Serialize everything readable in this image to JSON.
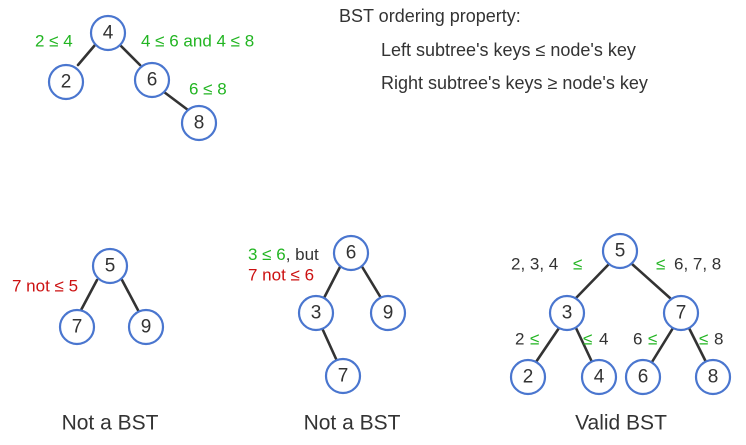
{
  "property": {
    "title": "BST ordering property:",
    "left_rule": "Left subtree's keys ≤ node's key",
    "right_rule": "Right subtree's keys ≥ node's key"
  },
  "colors": {
    "node_stroke": "#4a76cf",
    "edge": "#333333",
    "ok": "#22b522",
    "violation": "#cc1111",
    "text": "#333333"
  },
  "example_tree": {
    "nodes": [
      "4",
      "2",
      "6",
      "8"
    ],
    "notes": [
      "2 ≤ 4",
      "4 ≤ 6 and 4 ≤ 8",
      "6 ≤ 8"
    ]
  },
  "tree_a": {
    "caption": "Not a BST",
    "nodes": [
      "5",
      "7",
      "9"
    ],
    "violation": "7 not ≤ 5"
  },
  "tree_b": {
    "caption": "Not a BST",
    "nodes": [
      "6",
      "3",
      "9",
      "7"
    ],
    "ok_part": "3 ≤ 6",
    "ok_suffix": ", but",
    "violation": "7 not ≤ 6"
  },
  "tree_c": {
    "caption": "Valid BST",
    "nodes": [
      "5",
      "3",
      "7",
      "2",
      "4",
      "6",
      "8"
    ],
    "root_left_keys": "2, 3, 4",
    "root_right_keys": "6, 7, 8",
    "leaf_keys": [
      "2",
      "4",
      "6",
      "8"
    ],
    "le": "≤"
  }
}
